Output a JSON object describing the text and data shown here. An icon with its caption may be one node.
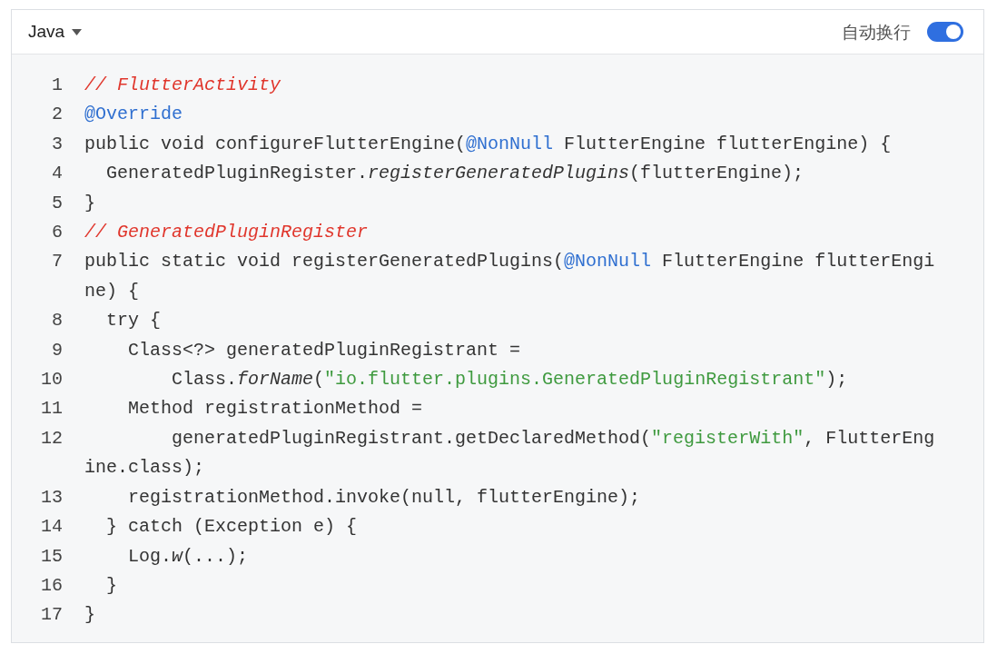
{
  "diagram": {
    "labels": [
      "Java",
      "自动换行",
      "1",
      "// FlutterActivity",
      "2",
      "@Override",
      "3",
      "public void configureFlutterEngine(@NonNull FlutterEngine flutterEngine) {",
      "4",
      "GeneratedPluginRegister.*registerGeneratedPlugins*(flutterEngine);",
      "5",
      "}",
      "6",
      "// GeneratedPluginRegister",
      "7",
      "public static void registerGeneratedPlugins(@NonNull FlutterEngine flutterEngine) {",
      "8",
      "try {",
      "9",
      "Class<?> generatedPluginRegistrant =",
      "10",
      "Class.*forName*(\"io.flutter.plugins.GeneratedPluginRegistrant\");",
      "11",
      "Method registrationMethod =",
      "12",
      "generatedPluginRegistrant.getDeclaredMethod(\"registerWith\", FlutterEngine.class);",
      "13",
      "registrationMethod.invoke(null, flutterEngine);",
      "14",
      "} catch (Exception e) {",
      "15",
      "Log.*w*(...);",
      "16",
      "}",
      "17",
      "}"
    ]
  }
}
